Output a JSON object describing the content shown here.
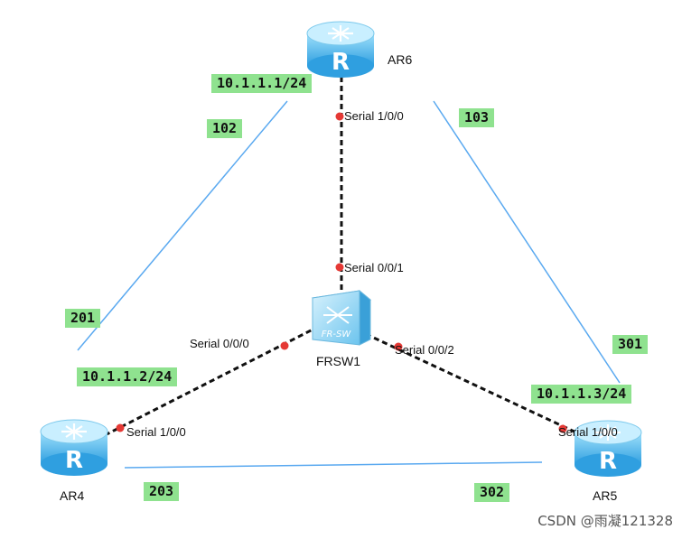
{
  "devices": {
    "ar6": {
      "name": "AR6",
      "icon": "router-icon",
      "ip": "10.1.1.1/24",
      "port": "Serial 1/0/0"
    },
    "ar4": {
      "name": "AR4",
      "icon": "router-icon",
      "ip": "10.1.1.2/24",
      "port": "Serial 1/0/0"
    },
    "ar5": {
      "name": "AR5",
      "icon": "router-icon",
      "ip": "10.1.1.3/24",
      "port": "Serial 1/0/0"
    },
    "frsw1": {
      "name": "FRSW1",
      "icon": "frame-relay-switch-icon",
      "icon_text": "FR-SW",
      "ports": [
        "Serial 0/0/1",
        "Serial 0/0/0",
        "Serial 0/0/2"
      ]
    }
  },
  "dlci": {
    "ar6_to_ar4": "102",
    "ar6_to_ar5": "103",
    "ar4_to_ar6": "201",
    "ar4_to_ar5": "203",
    "ar5_to_ar6": "301",
    "ar5_to_ar4": "302"
  },
  "router_letter": "R",
  "watermark": "CSDN @雨凝121328",
  "colors": {
    "green_label": "#8fe28f",
    "pvc_line": "#5aa9f0",
    "serial_dot": "#e53935",
    "router_body": "#5cc3f2"
  }
}
